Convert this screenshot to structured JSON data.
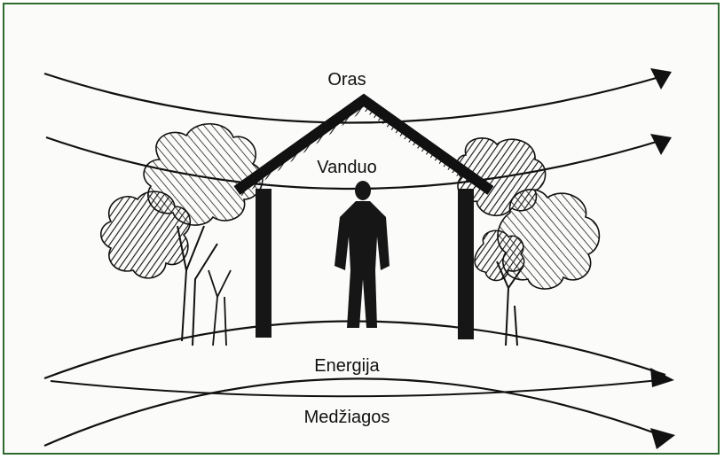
{
  "colors": {
    "border": "#2f6b2f",
    "ink": "#111111",
    "paper": "#fbfbfa"
  },
  "labels": {
    "air": "Oras",
    "water": "Vanduo",
    "energy": "Energija",
    "materials": "Medžiagos"
  },
  "icons": {
    "house": "house-outline-icon",
    "person": "person-silhouette-icon",
    "tree": "tree-sketch-icon",
    "arrow": "arrowhead-icon"
  }
}
